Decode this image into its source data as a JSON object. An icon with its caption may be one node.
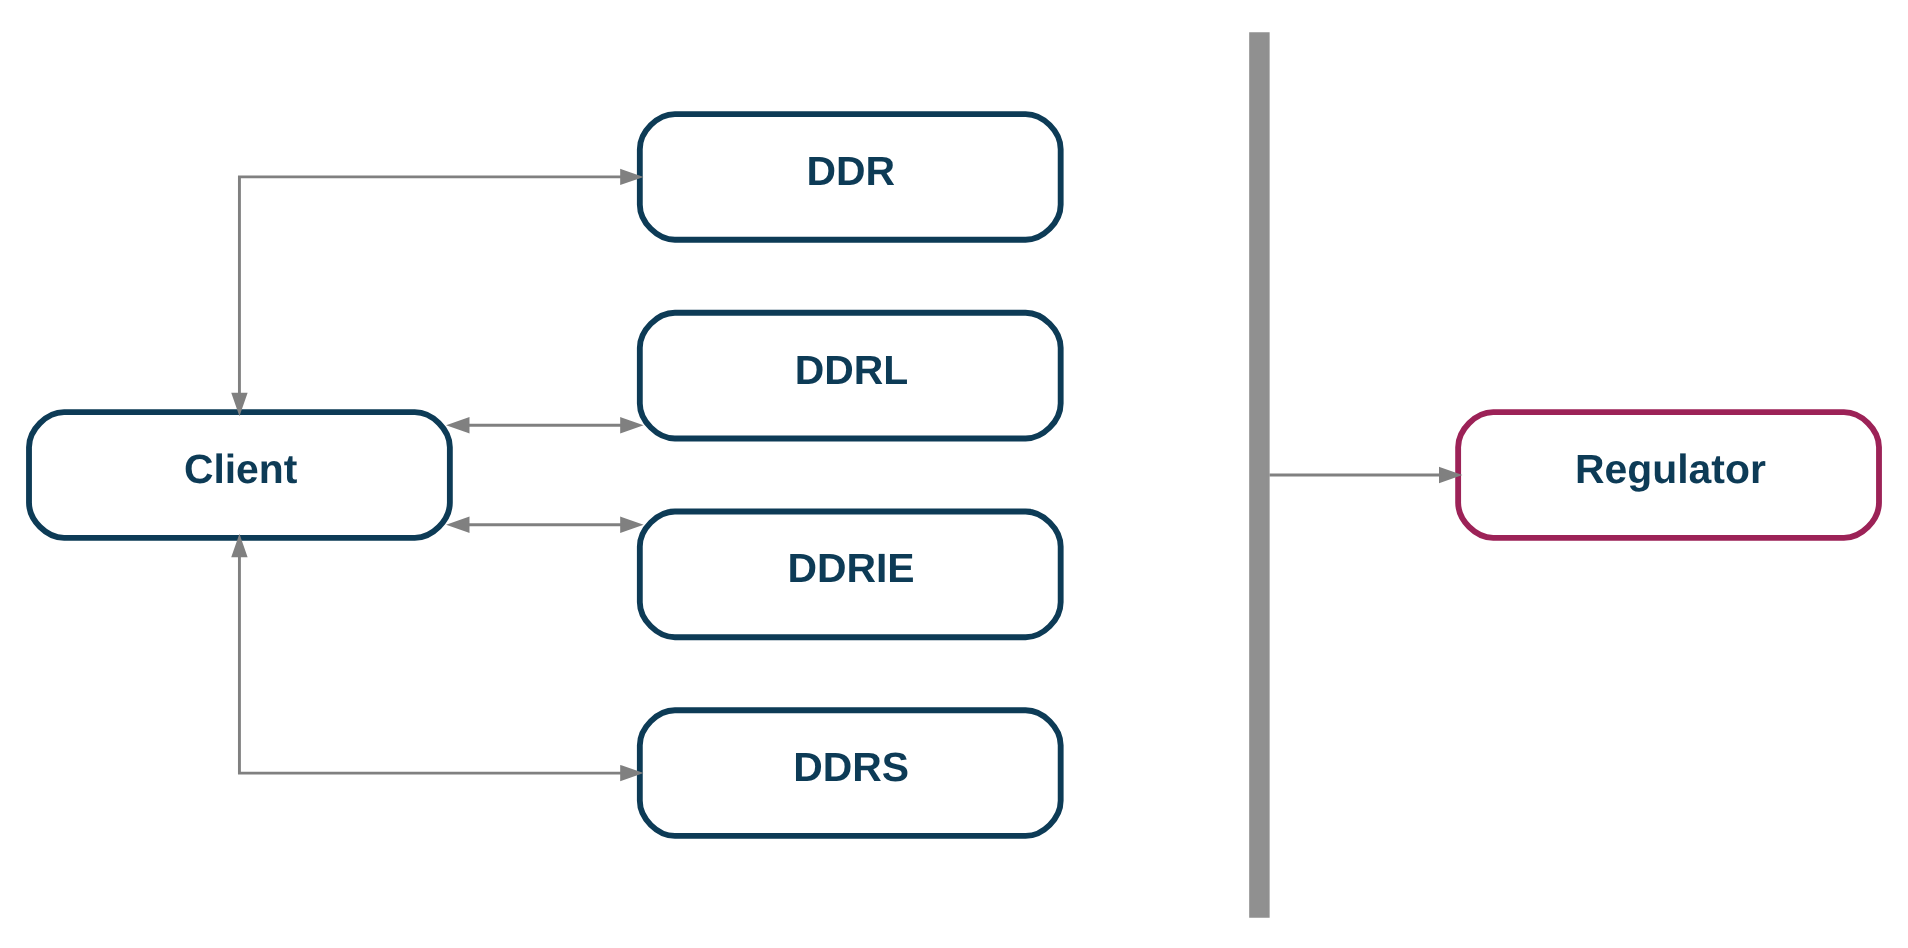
{
  "diagram": {
    "nodes": [
      {
        "text": [
          "Client"
        ]
      },
      {
        "text": [
          "DDR"
        ]
      },
      {
        "text": [
          "DDRL"
        ]
      },
      {
        "text": [
          "DDRIE"
        ]
      },
      {
        "text": [
          "DDRS"
        ]
      },
      {
        "text": [],
        "shape": "bracket"
      },
      {
        "text": [
          "Regulator"
        ]
      }
    ],
    "edges": [
      {
        "from": 0,
        "to": 1,
        "arrow": "both"
      },
      {
        "from": 0,
        "to": 2,
        "arrow": "both"
      },
      {
        "from": 0,
        "to": 3,
        "arrow": "both"
      },
      {
        "from": 0,
        "to": 4,
        "arrow": "both"
      },
      {
        "from": 5,
        "to": 6,
        "arrow": "to"
      }
    ]
  }
}
